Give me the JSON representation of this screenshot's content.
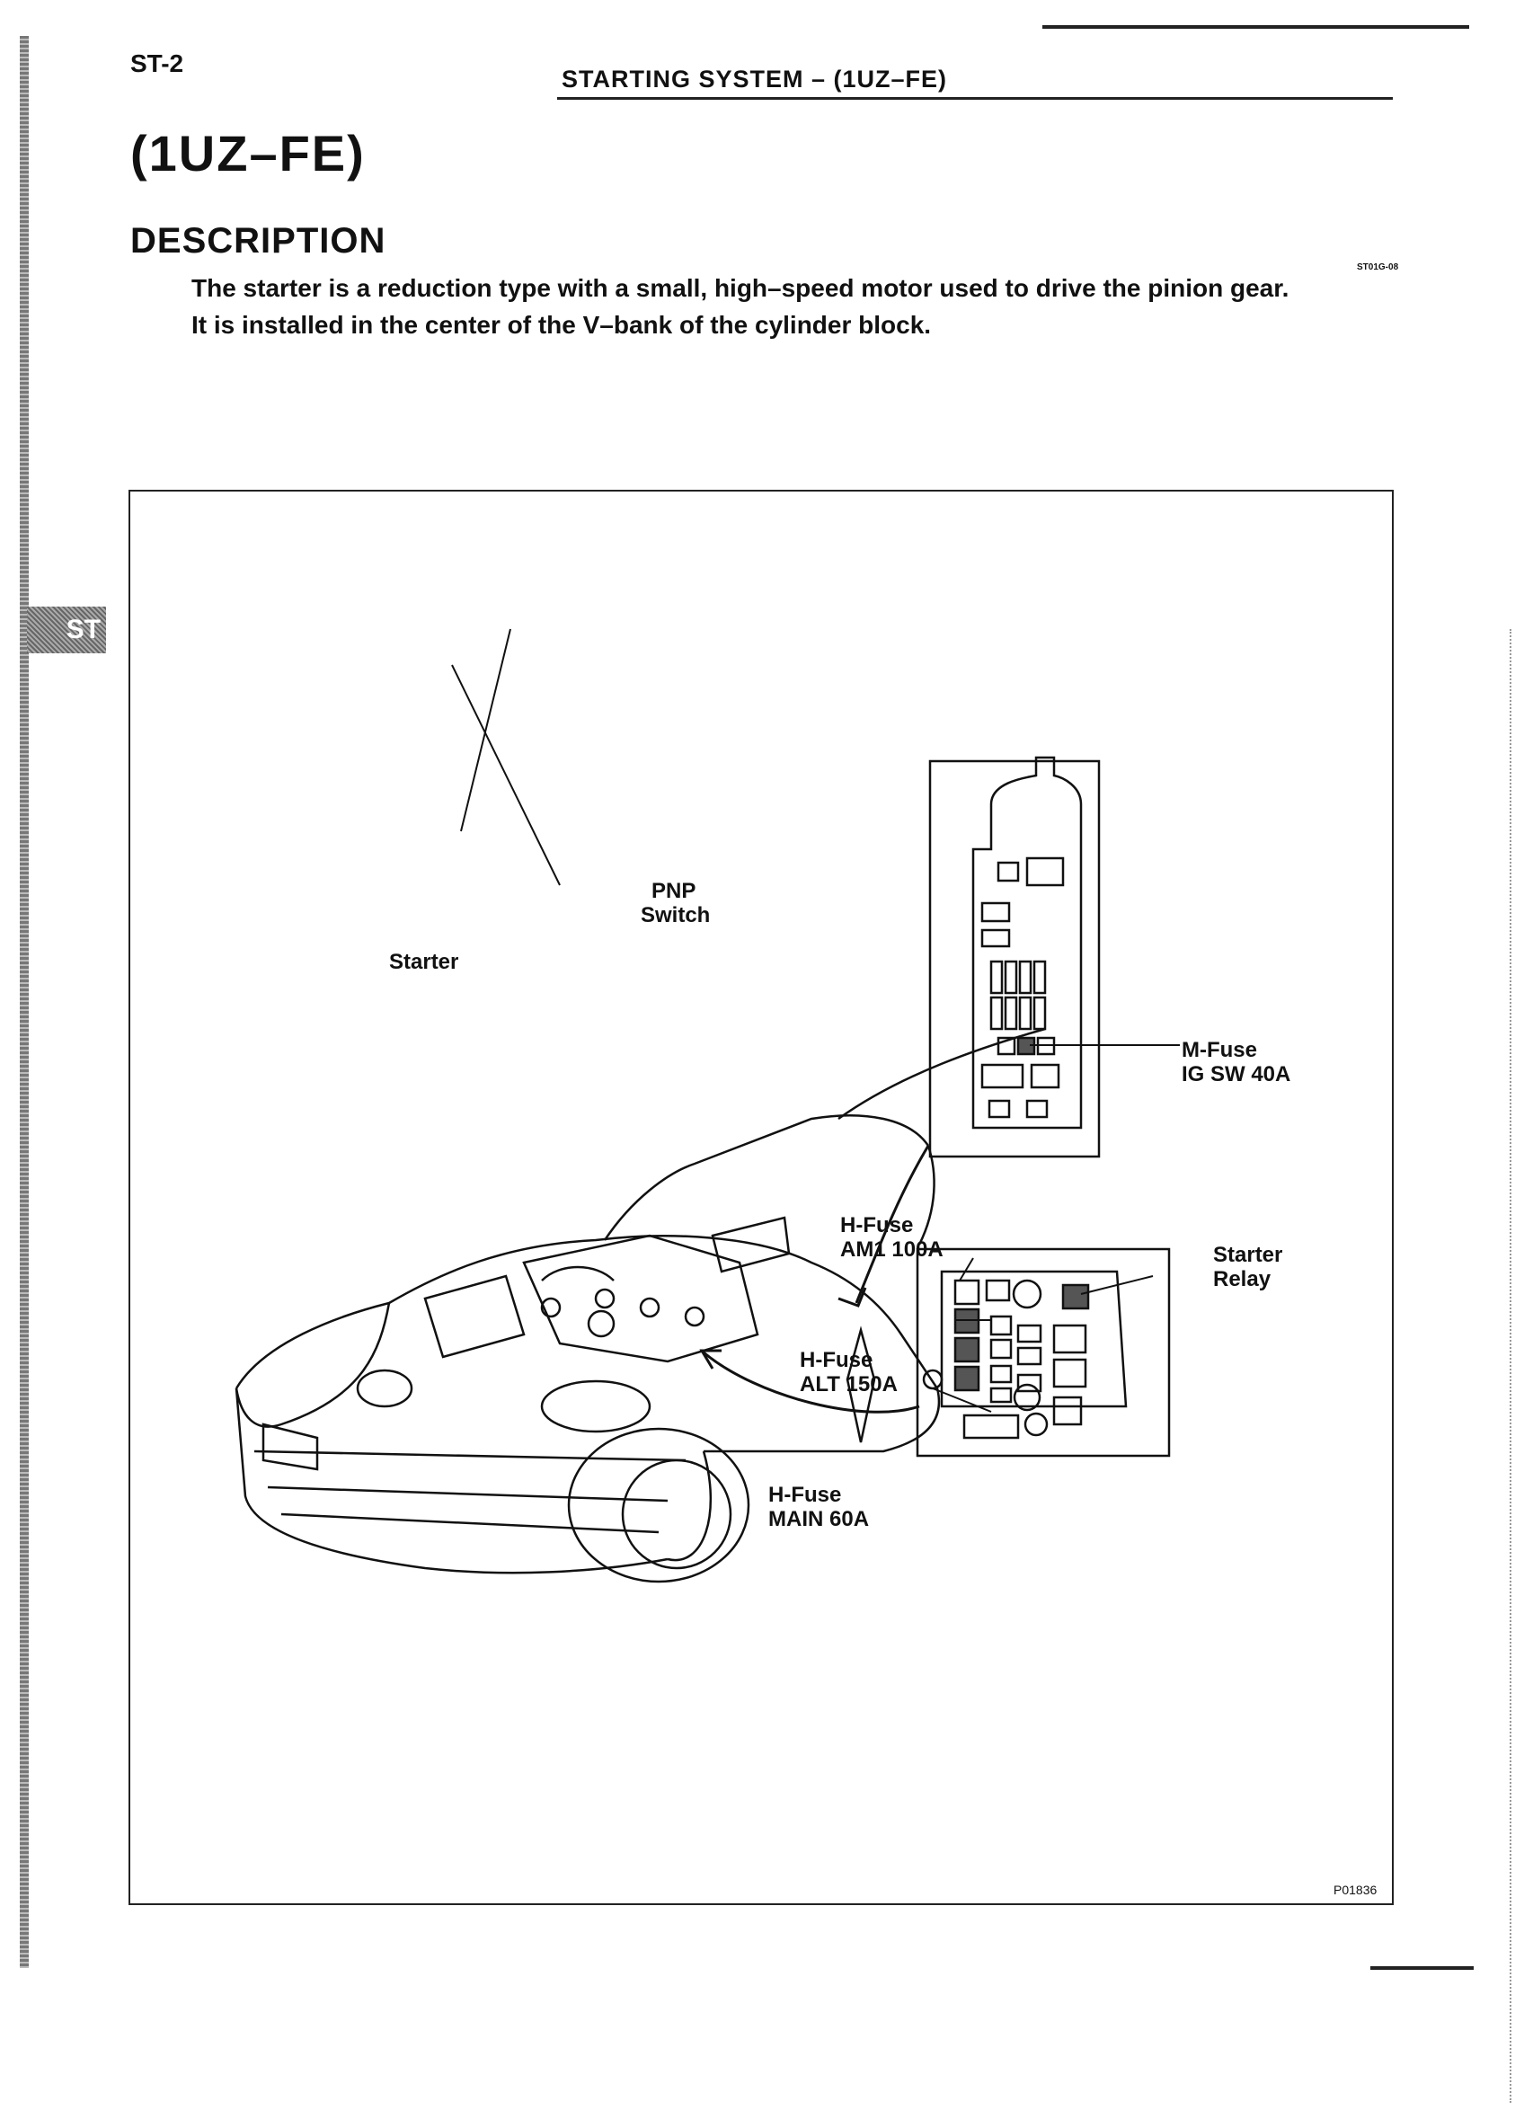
{
  "header": {
    "page_code": "ST-2",
    "section_title": "STARTING SYSTEM – (1UZ–FE)"
  },
  "side_tab": "ST",
  "title": "(1UZ–FE)",
  "section_heading": "DESCRIPTION",
  "code_tag": "ST01G-08",
  "body": [
    "The starter is a reduction type with a small, high–speed motor used to drive the pinion gear.",
    "It is installed in the center of the V–bank of the cylinder block."
  ],
  "figure": {
    "labels": {
      "pnp_switch": [
        "PNP",
        "Switch"
      ],
      "starter": "Starter",
      "m_fuse": [
        "M-Fuse",
        "IG SW 40A"
      ],
      "h_fuse_am1": [
        "H-Fuse",
        "AM1 100A"
      ],
      "h_fuse_alt": [
        "H-Fuse",
        "ALT 150A"
      ],
      "h_fuse_main": [
        "H-Fuse",
        "MAIN 60A"
      ],
      "starter_relay": [
        "Starter",
        "Relay"
      ]
    },
    "figure_id": "P01836"
  }
}
